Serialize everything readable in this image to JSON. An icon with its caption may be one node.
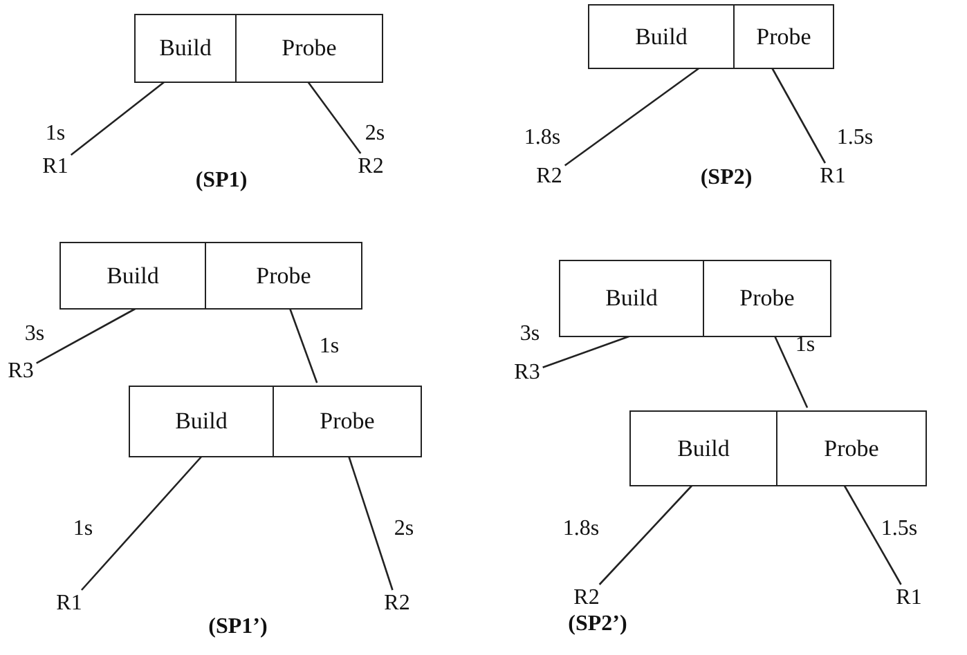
{
  "diagram": {
    "nodes": [
      {
        "text": [],
        "shape": "box"
      },
      {
        "text": [
          "Build"
        ],
        "in": 0
      },
      {
        "text": [
          "Probe"
        ],
        "in": 0
      },
      {
        "text": [
          "R1"
        ]
      },
      {
        "text": [
          "R2"
        ]
      },
      {
        "text": [],
        "shape": "box"
      },
      {
        "text": [
          "Build"
        ],
        "in": 5
      },
      {
        "text": [
          "Probe"
        ],
        "in": 5
      },
      {
        "text": [
          "R2"
        ]
      },
      {
        "text": [
          "R1"
        ]
      },
      {
        "text": [],
        "shape": "box"
      },
      {
        "text": [
          "Build"
        ],
        "in": 10
      },
      {
        "text": [
          "Probe"
        ],
        "in": 10
      },
      {
        "text": [
          "R3"
        ]
      },
      {
        "text": [],
        "shape": "box"
      },
      {
        "text": [
          "Build"
        ],
        "in": 14
      },
      {
        "text": [
          "Probe"
        ],
        "in": 14
      },
      {
        "text": [
          "R1"
        ]
      },
      {
        "text": [
          "R2"
        ]
      },
      {
        "text": [],
        "shape": "box"
      },
      {
        "text": [
          "Build"
        ],
        "in": 19
      },
      {
        "text": [
          "Probe"
        ],
        "in": 19
      },
      {
        "text": [
          "R3"
        ]
      },
      {
        "text": [],
        "shape": "box"
      },
      {
        "text": [
          "Build"
        ],
        "in": 23
      },
      {
        "text": [
          "Probe"
        ],
        "in": 23
      },
      {
        "text": [
          "R2"
        ]
      },
      {
        "text": [
          "R1"
        ]
      }
    ],
    "edges": [
      {
        "from": 1,
        "to": 3,
        "arrow": "none",
        "label": "1s"
      },
      {
        "from": 2,
        "to": 4,
        "arrow": "none",
        "label": "2s"
      },
      {
        "from": 6,
        "to": 8,
        "arrow": "none",
        "label": "1.8s"
      },
      {
        "from": 7,
        "to": 9,
        "arrow": "none",
        "label": "1.5s"
      },
      {
        "from": 11,
        "to": 13,
        "arrow": "none",
        "label": "3s"
      },
      {
        "from": 12,
        "to": 14,
        "arrow": "none",
        "label": "1s"
      },
      {
        "from": 15,
        "to": 17,
        "arrow": "none",
        "label": "1s"
      },
      {
        "from": 16,
        "to": 18,
        "arrow": "none",
        "label": "2s"
      },
      {
        "from": 20,
        "to": 22,
        "arrow": "none",
        "label": "3s"
      },
      {
        "from": 21,
        "to": 23,
        "arrow": "none",
        "label": "1s"
      },
      {
        "from": 24,
        "to": 26,
        "arrow": "none",
        "label": "1.8s"
      },
      {
        "from": 25,
        "to": 27,
        "arrow": "none",
        "label": "1.5s"
      }
    ],
    "labels": [
      "(SP1)",
      "(SP2)",
      "(SP1’)",
      "(SP2’)"
    ]
  }
}
